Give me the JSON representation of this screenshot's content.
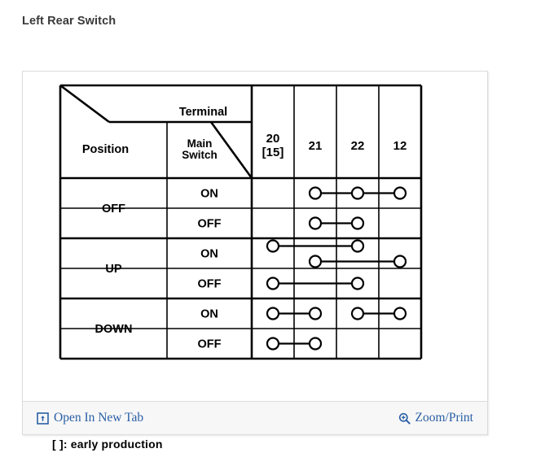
{
  "page_title": "Left Rear Switch",
  "table": {
    "corner_labels": {
      "terminal": "Terminal",
      "position": "Position",
      "main_switch": "Main Switch",
      "main_switch_line1": "Main",
      "main_switch_line2": "Switch"
    },
    "terminal_columns": [
      {
        "id": "c20",
        "label_line1": "20",
        "label_line2": "[15]"
      },
      {
        "id": "c21",
        "label_line1": "21",
        "label_line2": ""
      },
      {
        "id": "c22",
        "label_line1": "22",
        "label_line2": ""
      },
      {
        "id": "c12",
        "label_line1": "12",
        "label_line2": ""
      }
    ],
    "rows": [
      {
        "position": "OFF",
        "main_switch": "ON",
        "nodes": [
          "21",
          "22",
          "12"
        ],
        "connections": [
          [
            "21",
            "22"
          ],
          [
            "22",
            "12"
          ]
        ]
      },
      {
        "position": "OFF",
        "main_switch": "OFF",
        "nodes": [
          "21",
          "22"
        ],
        "connections": [
          [
            "21",
            "22"
          ]
        ]
      },
      {
        "position": "UP",
        "main_switch": "ON",
        "nodes": [
          "20",
          "22",
          "21",
          "12"
        ],
        "connections": [
          [
            "20",
            "22"
          ],
          [
            "21",
            "12"
          ]
        ],
        "two_level": true
      },
      {
        "position": "UP",
        "main_switch": "OFF",
        "nodes": [
          "20",
          "22"
        ],
        "connections": [
          [
            "20",
            "22"
          ]
        ]
      },
      {
        "position": "DOWN",
        "main_switch": "ON",
        "nodes": [
          "20",
          "21",
          "22",
          "12"
        ],
        "connections": [
          [
            "20",
            "21"
          ],
          [
            "22",
            "12"
          ]
        ]
      },
      {
        "position": "DOWN",
        "main_switch": "OFF",
        "nodes": [
          "20",
          "21"
        ],
        "connections": [
          [
            "20",
            "21"
          ]
        ]
      }
    ]
  },
  "footnote": "[  ]: early production",
  "footer": {
    "open_new_tab_label": "Open In New Tab",
    "zoom_print_label": "Zoom/Print",
    "link_color": "#2a5fa5"
  }
}
